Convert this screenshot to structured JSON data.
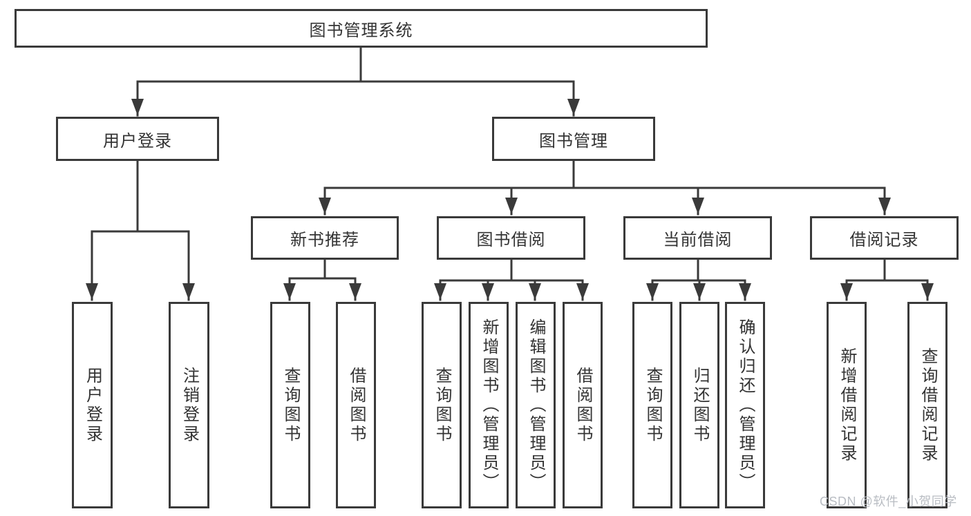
{
  "diagram_type": "hierarchy-tree",
  "colors": {
    "background": "#ffffff",
    "line": "#3a3a3a",
    "box_border": "#3a3a3a",
    "text": "#333333",
    "watermark": "#b9bdc3"
  },
  "watermark": {
    "text": "CSDN @软件_小贺同学"
  },
  "tree": {
    "label": "图书管理系统",
    "children": [
      {
        "label": "用户登录",
        "children": [
          {
            "label": "用户登录"
          },
          {
            "label": "注销登录"
          }
        ]
      },
      {
        "label": "图书管理",
        "children": [
          {
            "label": "新书推荐",
            "children": [
              {
                "label": "查询图书"
              },
              {
                "label": "借阅图书"
              }
            ]
          },
          {
            "label": "图书借阅",
            "children": [
              {
                "label": "查询图书"
              },
              {
                "label": "新增图书（管理员）"
              },
              {
                "label": "编辑图书（管理员）"
              },
              {
                "label": "借阅图书"
              }
            ]
          },
          {
            "label": "当前借阅",
            "children": [
              {
                "label": "查询图书"
              },
              {
                "label": "归还图书"
              },
              {
                "label": "确认归还（管理员）"
              }
            ]
          },
          {
            "label": "借阅记录",
            "children": [
              {
                "label": "新增借阅记录"
              },
              {
                "label": "查询借阅记录"
              }
            ]
          }
        ]
      }
    ]
  }
}
